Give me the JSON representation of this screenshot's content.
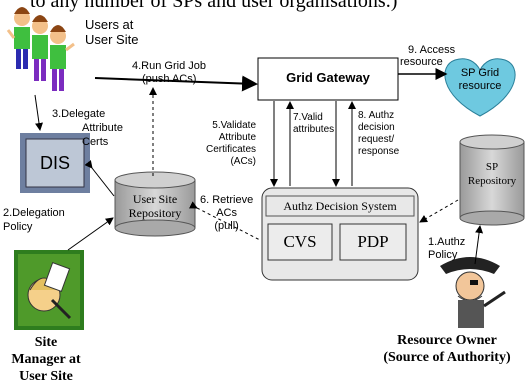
{
  "top_banner": "to any number of SPs and user organisations.)",
  "users": {
    "line1": "Users at",
    "line2": "User Site"
  },
  "step_delegate": {
    "line1": "3.Delegate",
    "line2": "Attribute",
    "line3": "Certs"
  },
  "dis": "DIS",
  "user_repo": {
    "line1": "User Site",
    "line2": "Repository"
  },
  "step_delegation_policy": {
    "line1": "2.Delegation",
    "line2": "Policy"
  },
  "site_manager": {
    "line1": "Site",
    "line2": "Manager at",
    "line3": "User Site"
  },
  "step_run_job": {
    "line1": "4.Run Grid Job",
    "line2": "(push ACs)"
  },
  "grid_gateway": "Grid Gateway",
  "step_access": {
    "line1": "9. Access",
    "line2": "resource"
  },
  "sp_grid_resource": {
    "line1": "SP Grid",
    "line2": "resource"
  },
  "step_validate": {
    "line1": "5.Validate",
    "line2": "Attribute",
    "line3": "Certificates",
    "line4": "(ACs)"
  },
  "step_valid_attr": {
    "line1": "7.Valid",
    "line2": "attributes"
  },
  "step_authz_req": {
    "line1": "8. Authz",
    "line2": "decision",
    "line3": "request/",
    "line4": "response"
  },
  "authz_system": "Authz Decision System",
  "cvs": "CVS",
  "pdp": "PDP",
  "step_retrieve": {
    "line1": "6. Retrieve",
    "line2": "ACs",
    "line3": "(pull)"
  },
  "sp_repo": {
    "line1": "SP",
    "line2": "Repository"
  },
  "step_authz_policy": {
    "line1": "1.Authz",
    "line2": "Policy"
  },
  "resource_owner": {
    "line1": "Resource Owner",
    "line2": "(Source of Authority)"
  },
  "colors": {
    "heart": "#6ec9e0",
    "cylinder": "#c0c0c0",
    "dis_box": "#bdc7d6",
    "authz_bg": "#e8e8e8"
  }
}
